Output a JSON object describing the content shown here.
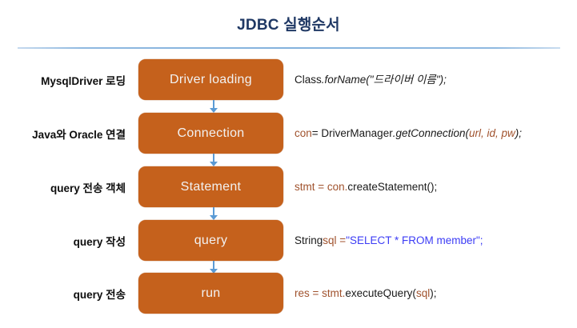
{
  "slide": {
    "title": "JDBC 실행순서",
    "title_color": "#1F3864",
    "rule_color": "#84B2DD",
    "box_color": "#C5611C",
    "box_text_color": "#F2F2F2",
    "arrow_color": "#5B9BD5",
    "code_accent_brown": "#A0522D",
    "code_accent_blue": "#3C3CF5"
  },
  "rows": [
    {
      "label": "MysqlDriver 로딩",
      "box": "Driver loading",
      "code_plain": "Class.forName(\"드라이버 이름\");",
      "code": [
        {
          "text": "Class",
          "style": "plain",
          "color": "#1A1A1A"
        },
        {
          "text": ".forName(\"드라이버 이름\");",
          "style": "italic",
          "color": "#1A1A1A"
        }
      ]
    },
    {
      "label": "Java와 Oracle 연결",
      "box": "Connection",
      "code_plain": "con = DriverManager.getConnection(url, id,  pw);",
      "code": [
        {
          "text": "con",
          "style": "plain",
          "color": "#A0522D"
        },
        {
          "text": " = DriverManager",
          "style": "plain",
          "color": "#1A1A1A"
        },
        {
          "text": ".getConnection(",
          "style": "italic",
          "color": "#1A1A1A"
        },
        {
          "text": "url,  id,  pw",
          "style": "italic",
          "color": "#A0522D"
        },
        {
          "text": ");",
          "style": "italic",
          "color": "#1A1A1A"
        }
      ]
    },
    {
      "label": "query 전송 객체",
      "box": "Statement",
      "code_plain": "stmt = con.createStatement();",
      "code": [
        {
          "text": "stmt = con.",
          "style": "plain",
          "color": "#A0522D"
        },
        {
          "text": "createStatement();",
          "style": "plain",
          "color": "#1A1A1A"
        }
      ]
    },
    {
      "label": "query 작성",
      "box": "query",
      "code_plain": "String sql = \"SELECT * FROM member\";",
      "code": [
        {
          "text": "String ",
          "style": "plain",
          "color": "#1A1A1A"
        },
        {
          "text": "sql = ",
          "style": "plain",
          "color": "#A0522D"
        },
        {
          "text": "\"SELECT * FROM member\";",
          "style": "plain",
          "color": "#3C3CF5"
        }
      ]
    },
    {
      "label": "query 전송",
      "box": "run",
      "code_plain": "res = stmt.executeQuery(sql);",
      "code": [
        {
          "text": "res = stmt.",
          "style": "plain",
          "color": "#A0522D"
        },
        {
          "text": "executeQuery(",
          "style": "plain",
          "color": "#1A1A1A"
        },
        {
          "text": "sql",
          "style": "plain",
          "color": "#A0522D"
        },
        {
          "text": ");",
          "style": "plain",
          "color": "#1A1A1A"
        }
      ]
    }
  ]
}
